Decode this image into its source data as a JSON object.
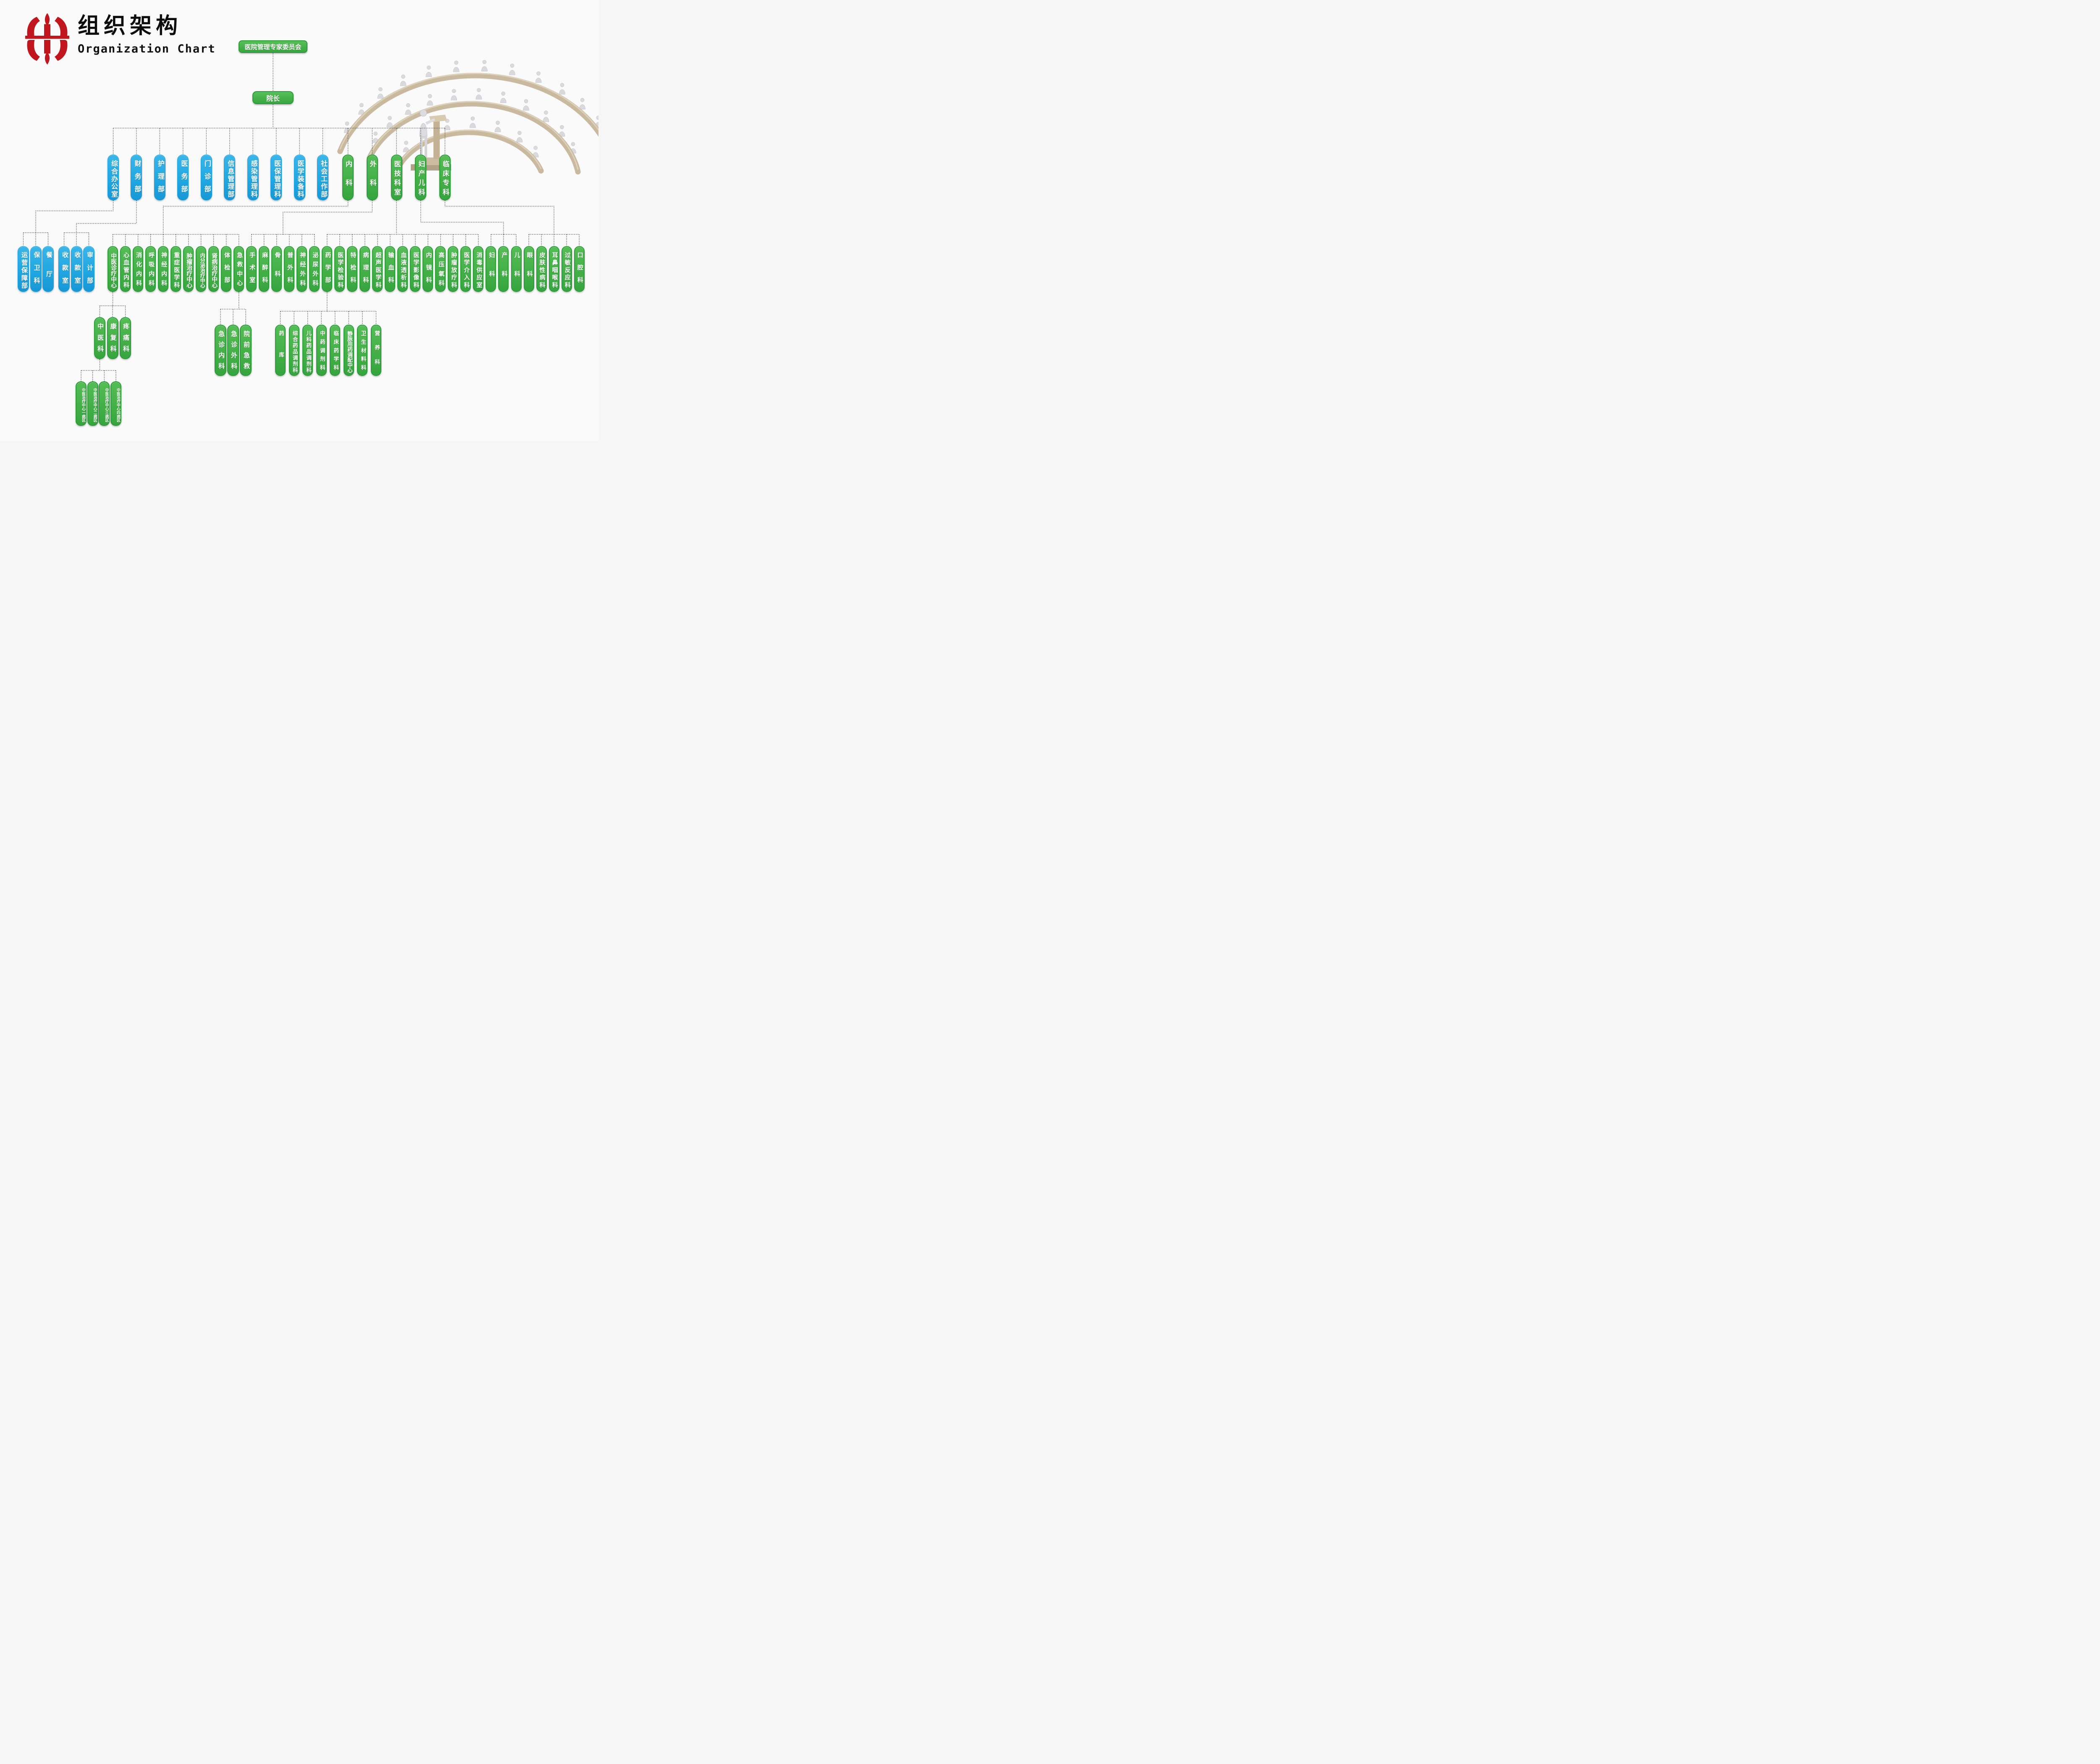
{
  "header": {
    "title": "组织架构",
    "subtitle": "Organization Chart"
  },
  "colors": {
    "brand_red": "#c2161f",
    "node_green": "#43b047",
    "node_green_border": "#2a9c38",
    "node_blue": "#21a7e1",
    "line": "#4d4d4d",
    "desk_tan": "#c9b99e"
  },
  "decor": {
    "logo": "hospital-logo-icon",
    "illustration": "conference-hall-illustration"
  },
  "org": {
    "committee": "医院管理专家委员会",
    "president": "院长",
    "admin_departments": [
      "综合办公室",
      "财务部",
      "护理部",
      "医务部",
      "门诊部",
      "信息管理部",
      "感染管理科",
      "医保管理科",
      "医学装备科",
      "社会工作部"
    ],
    "clinical_divisions": [
      "内科",
      "外科",
      "医技科室",
      "妇产儿科",
      "临床专科"
    ],
    "general_office_children": [
      "运营保障部",
      "保卫科",
      "餐厅"
    ],
    "finance_children": [
      "收款室",
      "收款室",
      "审计部"
    ],
    "department_row": [
      "中医诊疗中心",
      "心血管内科",
      "消化内科",
      "呼吸内科",
      "神经内科",
      "重症医学科",
      "肿瘤治疗中心",
      "内分泌治疗中心",
      "肾病治疗中心",
      "体检部",
      "急救中心",
      "手术室",
      "麻醉科",
      "骨科",
      "普外科",
      "神经外科",
      "泌尿外科",
      "药学部",
      "医学检验科",
      "特检科",
      "病理科",
      "超声医学科",
      "输血科",
      "血液透析科",
      "医学影像科",
      "内镜科",
      "高压氧科",
      "肿瘤放疗科",
      "医学介入科",
      "消毒供应室",
      "妇科",
      "产科",
      "儿科",
      "眼科",
      "皮肤性病科",
      "耳鼻咽喉科",
      "过敏反应科",
      "口腔科"
    ],
    "tcm_center_children": [
      "中医科",
      "康复科",
      "疼痛科"
    ],
    "tcm_ward_children": [
      "中医治疗中心一病区",
      "中医治疗中心二病区",
      "中医治疗中心三病区",
      "中医治疗中心四病区"
    ],
    "emergency_children": [
      "急诊内科",
      "急诊外科",
      "院前急救"
    ],
    "pharmacy_children": [
      "药库",
      "综合药品调剂科",
      "儿科药品调剂科",
      "中药调剂科",
      "临床药学科",
      "静脉用药调配中心",
      "卫生材料科",
      "营养科"
    ]
  }
}
